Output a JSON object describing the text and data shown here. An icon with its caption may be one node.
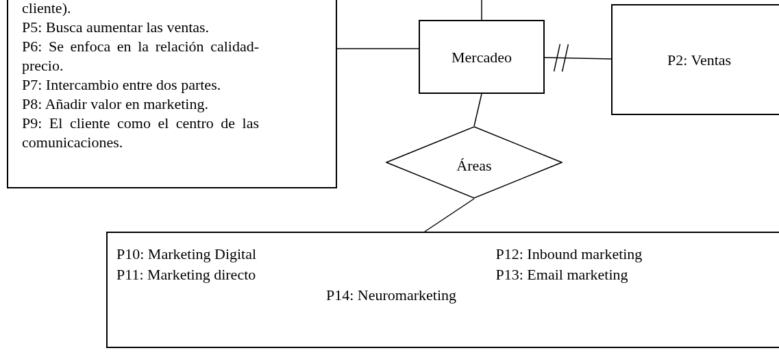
{
  "diagram": {
    "nodes": [
      {
        "text": [
          "cliente).",
          "P5: Busca aumentar las ventas.",
          "P6: Se enfoca en la relación calidad-precio.",
          "P7: Intercambio entre dos partes.",
          "P8: Añadir valor en marketing.",
          "P9: El cliente como el centro de las comunicaciones."
        ]
      },
      {
        "text": [
          "Mercadeo"
        ]
      },
      {
        "text": [
          "P2: Ventas"
        ]
      },
      {
        "text": [
          "Áreas"
        ]
      },
      {
        "text": [
          "P10: Marketing Digital",
          "P11: Marketing directo",
          "P12: Inbound marketing",
          "P13: Email marketing",
          "P14: Neuromarketing"
        ]
      }
    ],
    "edges": [
      {
        "from": null,
        "to": 1,
        "arrow": "none"
      },
      {
        "from": 0,
        "to": 1,
        "arrow": "none"
      },
      {
        "from": 1,
        "to": 2,
        "arrow": "other"
      },
      {
        "from": 1,
        "to": 3,
        "arrow": "none"
      },
      {
        "from": 3,
        "to": 4,
        "arrow": "none"
      }
    ]
  }
}
